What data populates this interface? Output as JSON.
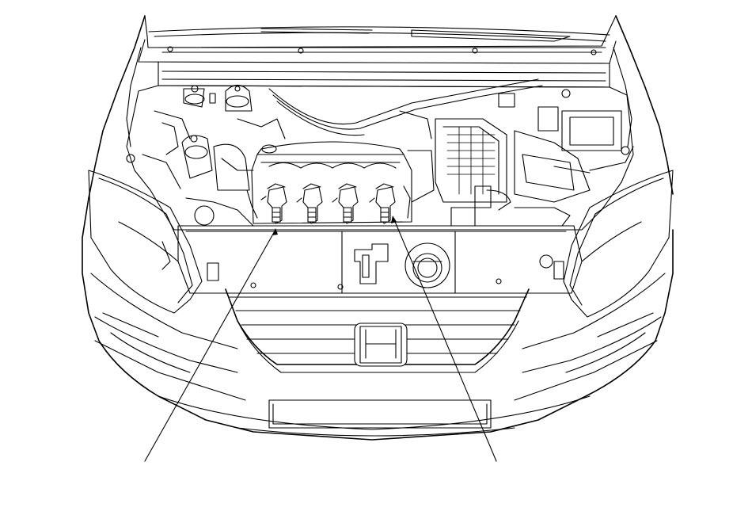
{
  "figure": {
    "subject": "vehicle-engine-compartment",
    "view": "front-hood-open",
    "callouts": [
      {
        "id": "leader-left",
        "target": "ignition-coil-1"
      },
      {
        "id": "leader-right",
        "target": "ignition-coil-4"
      }
    ],
    "ignition_coils": [
      "coil-1",
      "coil-2",
      "coil-3",
      "coil-4"
    ]
  },
  "colors": {
    "line": "#000000",
    "background": "#ffffff"
  }
}
